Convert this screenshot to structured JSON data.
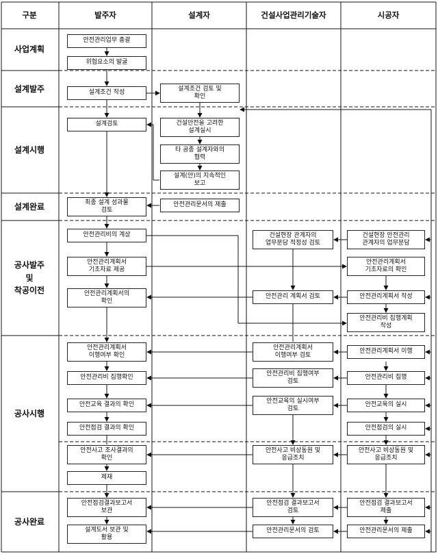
{
  "headers": [
    "구분",
    "발주자",
    "설계자",
    "건설사업관리기술자",
    "시공자"
  ],
  "phases": [
    "사업계획",
    "설계발주",
    "설계시행",
    "설계완료",
    "공사발주\n및\n착공이전",
    "공사시행",
    "공사완료"
  ],
  "boxes": {
    "o1": "안전관리업무 총괄",
    "o2": "위험요소의 발굴",
    "o3": "설계조건 작성",
    "o4": "설계검토",
    "o5": "최종 설계 성과물\n검토",
    "o6": "안전관리비의 계상",
    "o7": "안전관리계획서\n기초자료 제공",
    "o8": "안전관리계획서의\n확인",
    "o9": "안전관리계획서\n이행여부 확인",
    "o10": "안전관리비 집행확인",
    "o11": "안전교육 결과의 확인",
    "o12": "안전점검 결과의 확인",
    "o13": "안전사고 조사결과의\n확인",
    "o14": "제재",
    "o15": "안전점검결과보고서\n보관",
    "o16": "설계도서 보관 및\n활용",
    "d1": "설계조건 검토 및\n확인",
    "d2": "건설안전을 고려한\n설계실시",
    "d3": "타 공종 설계자와의\n협력",
    "d4": "설계(안)의 지속적인\n보고",
    "d5": "안전관리문서의 제출",
    "m1": "건설현장 관계자의\n업무분담 적정성 검토",
    "m2": "안전관리 계획서 검토",
    "m3": "안전관리계획서\n이행여부 검토",
    "m4": "안전관리비 집행여부\n검토",
    "m5": "안전교육의 실시여부\n검토",
    "m6": "안전사고 비상동원 및\n응급조치",
    "m7": "안전점검 결과보고서\n검토",
    "m8": "안전관리문서의 검토",
    "c1": "건설현장 안전관리\n관계자의 업무분담",
    "c2": "안전관리계획서\n기초자료의 확인",
    "c3": "안전관리계획서 작성",
    "c4": "안전관리비 집행계획\n작성",
    "c5": "안전관리계획서 이행",
    "c6": "안전관리비 집행",
    "c7": "안전교육의 실시",
    "c8": "안전점검의 실시",
    "c9": "안전사고 비상동원 및\n응급조치",
    "c10": "안전점검 결과보고서\n제출",
    "c11": "안전관리문서의 제출"
  }
}
